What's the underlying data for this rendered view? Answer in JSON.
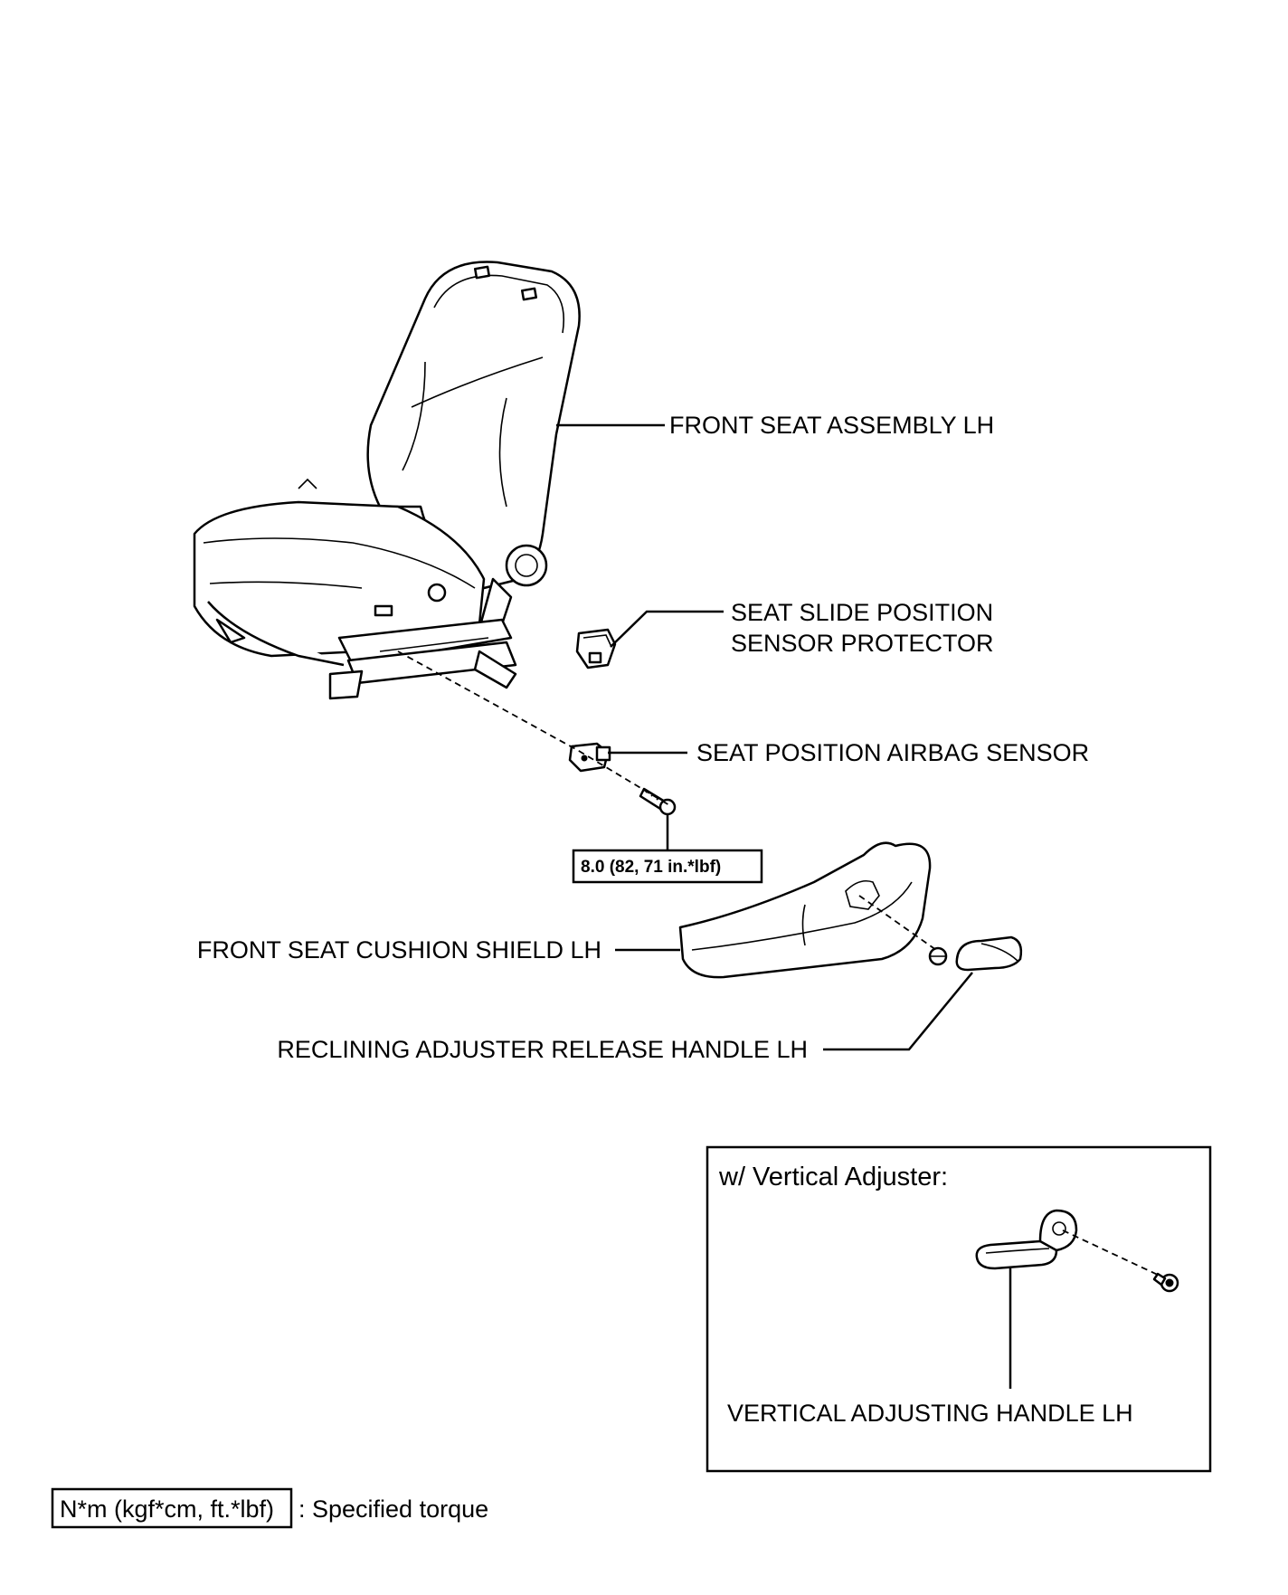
{
  "parts": {
    "front_seat_assembly": "FRONT SEAT ASSEMBLY LH",
    "seat_slide_sensor_protector_line1": "SEAT SLIDE POSITION",
    "seat_slide_sensor_protector_line2": "SENSOR PROTECTOR",
    "seat_position_airbag_sensor": "SEAT POSITION AIRBAG SENSOR",
    "front_seat_cushion_shield": "FRONT SEAT CUSHION SHIELD LH",
    "reclining_adjuster_release_handle": "RECLINING ADJUSTER RELEASE HANDLE LH"
  },
  "torque": {
    "value": "8.0 (82, 71 in.*lbf)"
  },
  "inset": {
    "title": "w/ Vertical Adjuster:",
    "part_label": "VERTICAL ADJUSTING HANDLE LH"
  },
  "legend": {
    "box_text": "N*m (kgf*cm, ft.*lbf)",
    "description": ": Specified torque"
  }
}
